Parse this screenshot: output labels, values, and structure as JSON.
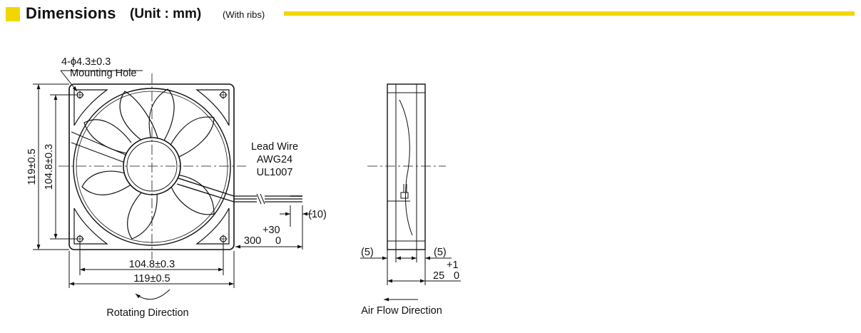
{
  "header": {
    "title": "Dimensions",
    "unit": "(Unit : mm)",
    "note": "(With ribs)",
    "accent_color": "#f2d600"
  },
  "front_view": {
    "hole_spec": "4-ϕ4.3±0.3",
    "hole_label": "Mounting Hole",
    "height_outer": "119±0.5",
    "height_inner": "104.8±0.3",
    "width_inner": "104.8±0.3",
    "width_outer": "119±0.5",
    "lead_wire_lines": [
      "Lead Wire",
      "AWG24",
      "UL1007"
    ],
    "strip_length": "(10)",
    "wire_length_tolerance": "+30",
    "wire_length": "300",
    "wire_length_tolerance_lower": "0",
    "rotation_label": "Rotating Direction"
  },
  "side_view": {
    "left_rib": "(5)",
    "right_rib": "(5)",
    "depth_tolerance": "+1",
    "depth": "25",
    "depth_tolerance_lower": "0",
    "airflow_label": "Air Flow Direction"
  }
}
